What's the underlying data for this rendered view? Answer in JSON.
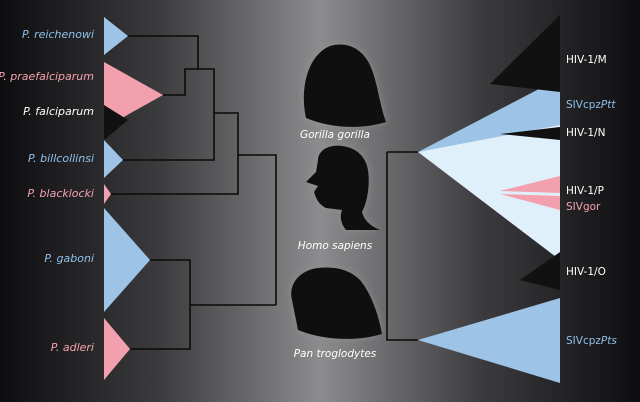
{
  "colors": {
    "blue": "#9dc4e6",
    "pink": "#f2a0ad",
    "light_blue": "#dff0fb",
    "black": "#111111",
    "line": "#0a0a0a",
    "text_white": "#ffffff",
    "text_blue": "#8fc0ea",
    "text_pink": "#f4a3b0"
  },
  "parasites": {
    "reichenowi": "P. reichenowi",
    "praefalciparum": "P. praefalciparum",
    "falciparum": "P. falciparum",
    "billcollinsi": "P. billcollinsi",
    "blacklocki": "P. blacklocki",
    "gaboni": "P. gaboni",
    "adleri": "P. adleri"
  },
  "hosts": {
    "gorilla": {
      "label": "Gorilla gorilla",
      "icon": "gorilla-silhouette-icon"
    },
    "human": {
      "label": "Homo sapiens",
      "icon": "human-silhouette-icon"
    },
    "chimp": {
      "label": "Pan troglodytes",
      "icon": "chimpanzee-silhouette-icon"
    }
  },
  "viruses": {
    "hiv1m": "HIV-1/M",
    "sivcpzptt_base": "SIVcpz",
    "sivcpzptt_italic": "Ptt",
    "hiv1n": "HIV-1/N",
    "hiv1p": "HIV-1/P",
    "sivgor": "SIVgor",
    "hiv1o": "HIV-1/O",
    "sivcpzpts_base": "SIVcpz",
    "sivcpzpts_italic": "Pts"
  }
}
